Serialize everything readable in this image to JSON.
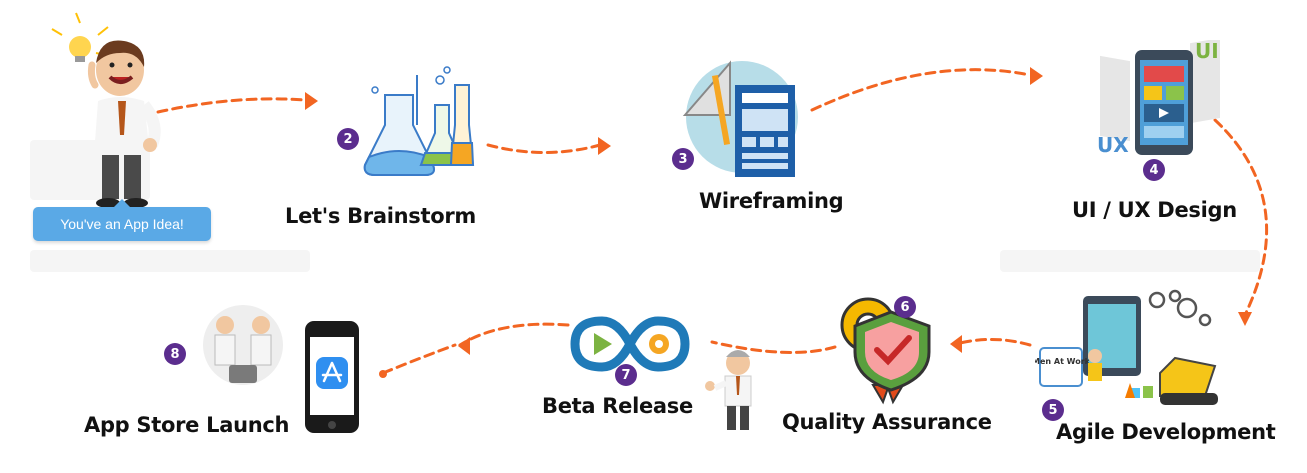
{
  "idea_bubble": "You've an App Idea!",
  "steps": [
    {
      "number": "2",
      "label": "Let's Brainstorm"
    },
    {
      "number": "3",
      "label": "Wireframing"
    },
    {
      "number": "4",
      "label": "UI / UX Design"
    },
    {
      "number": "5",
      "label": "Agile Development"
    },
    {
      "number": "6",
      "label": "Quality Assurance"
    },
    {
      "number": "7",
      "label": "Beta Release"
    },
    {
      "number": "8",
      "label": "App Store Launch"
    }
  ],
  "illustration_text": {
    "ui": "UI",
    "ux": "UX",
    "men_at_work": "Men At Work"
  },
  "colors": {
    "arrow": "#f26522",
    "badge": "#5b2d8e",
    "bubble": "#5aa9e6"
  }
}
